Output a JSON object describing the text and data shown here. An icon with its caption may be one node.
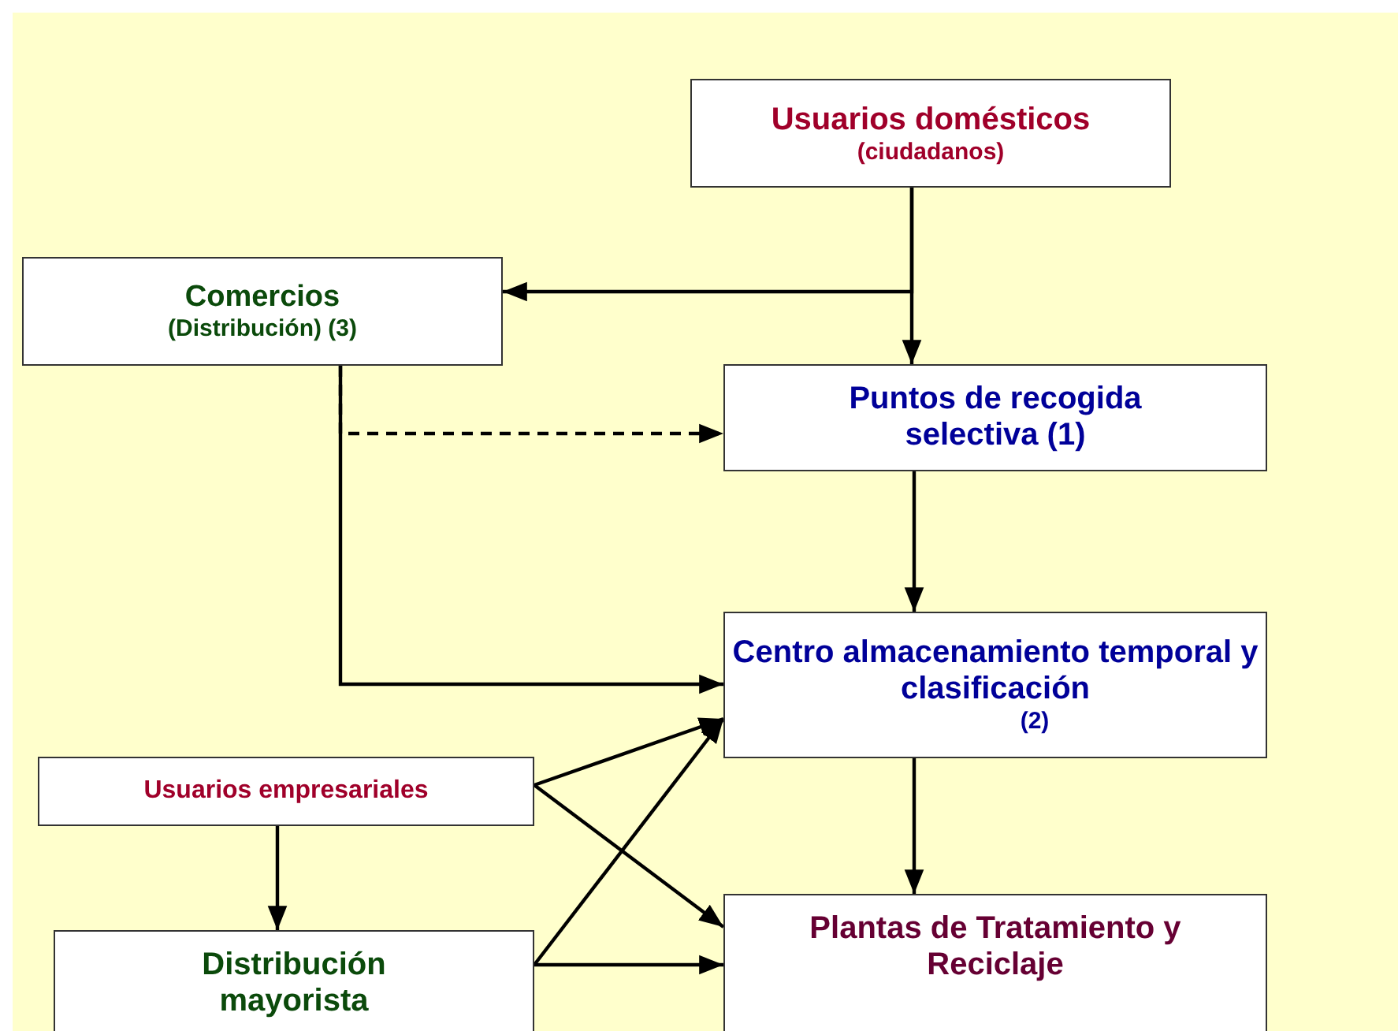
{
  "diagram": {
    "nodes": [
      {
        "text": [
          "Usuarios domésticos",
          "(ciudadanos)"
        ]
      },
      {
        "text": [
          "Comercios",
          "(Distribución)  (3)"
        ]
      },
      {
        "text": [
          "Puntos de recogida selectiva   (1)"
        ]
      },
      {
        "text": [
          "Centro almacenamiento temporal  y clasificación",
          "(2)"
        ]
      },
      {
        "text": [
          "Usuarios empresariales"
        ]
      },
      {
        "text": [
          "Distribución mayorista"
        ]
      },
      {
        "text": [
          "Plantas de Tratamiento y Reciclaje"
        ]
      }
    ],
    "edges": [
      {
        "from": 0,
        "to": 1,
        "arrow": "to"
      },
      {
        "from": 0,
        "to": 2,
        "arrow": "to"
      },
      {
        "from": 1,
        "to": 2,
        "arrow": "to",
        "style": "dashed"
      },
      {
        "from": 1,
        "to": 3,
        "arrow": "to"
      },
      {
        "from": 2,
        "to": 3,
        "arrow": "to"
      },
      {
        "from": 3,
        "to": 6,
        "arrow": "to"
      },
      {
        "from": 4,
        "to": 3,
        "arrow": "to"
      },
      {
        "from": 4,
        "to": 6,
        "arrow": "to"
      },
      {
        "from": 4,
        "to": 5,
        "arrow": "to"
      },
      {
        "from": 5,
        "to": 3,
        "arrow": "to"
      },
      {
        "from": 5,
        "to": 6,
        "arrow": "to"
      }
    ]
  }
}
